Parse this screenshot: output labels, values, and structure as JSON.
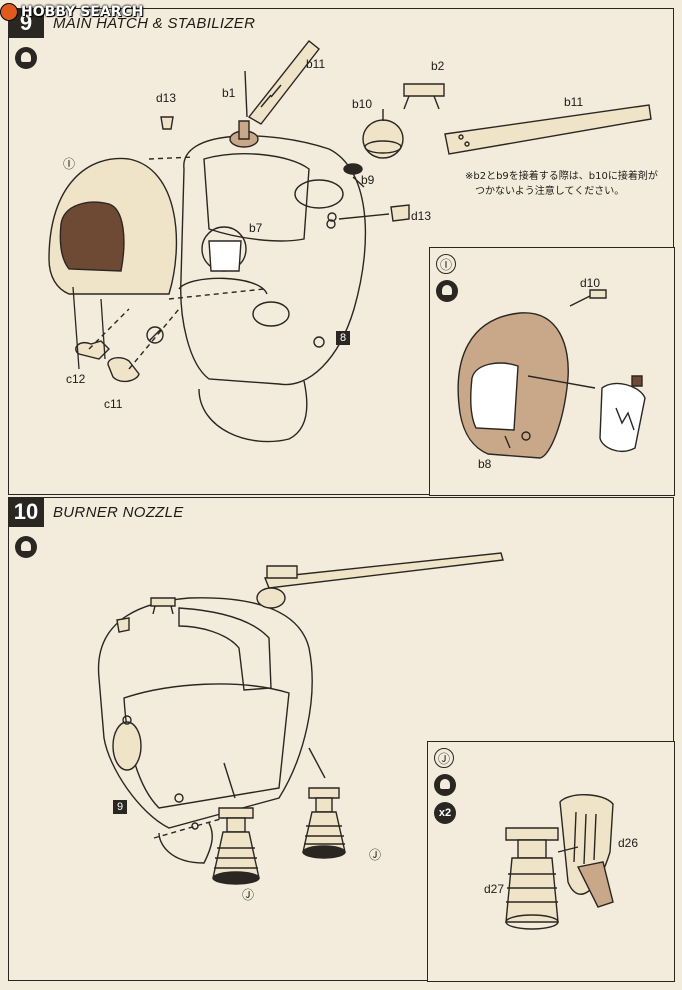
{
  "watermark": {
    "text": "HOBBY SEARCH"
  },
  "step9": {
    "number": "9",
    "title": "MAIN HATCH & STABILIZER",
    "labels": {
      "b11_top": "b11",
      "b1": "b1",
      "d13_top": "d13",
      "b10": "b10",
      "b2": "b2",
      "b11_right": "b11",
      "b9": "b9",
      "d13_right": "d13",
      "b7": "b7",
      "c12": "c12",
      "c11": "c11",
      "ref": "8",
      "callout": "Ⓘ"
    },
    "note": "※b2とb9を接着する際は、b10に接着剤が\n　つかないよう注意してください。",
    "inset": {
      "letter": "Ⓘ",
      "labels": {
        "d10": "d10",
        "b8": "b8"
      }
    }
  },
  "step10": {
    "number": "10",
    "title": "BURNER NOZZLE",
    "labels": {
      "ref": "9",
      "callout_left": "Ⓙ",
      "callout_right": "Ⓙ"
    },
    "inset": {
      "letter": "Ⓙ",
      "multiplier": "x2",
      "labels": {
        "d26": "d26",
        "d27": "d27"
      }
    }
  },
  "colors": {
    "paper": "#f3ecdc",
    "ink": "#2a2622",
    "tint": "#c9a88a",
    "dark_tint": "#6e4a35"
  }
}
